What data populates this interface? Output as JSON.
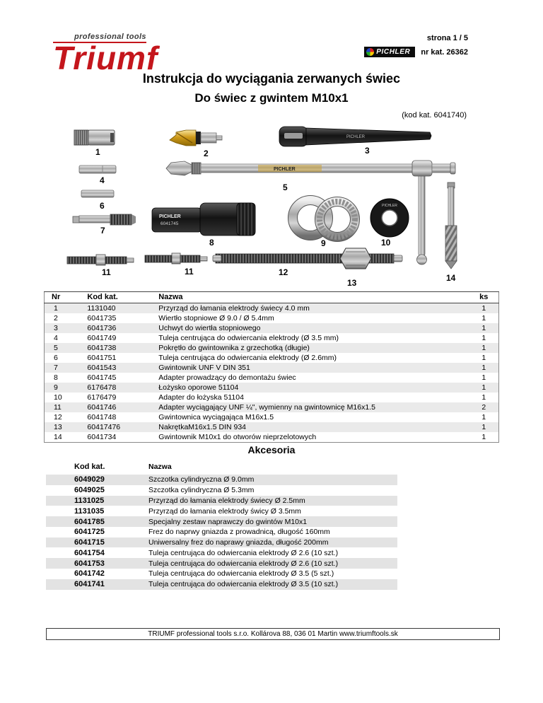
{
  "header": {
    "brand_top": "professional tools",
    "brand_name": "Triumf",
    "page_info": "strona 1 / 5",
    "pichler": "PICHLER",
    "catalog_no": "nr kat. 26362"
  },
  "title": {
    "line1": "Instrukcja do wyciągania zerwanych świec",
    "line2": "Do świec z gwintem M10x1",
    "kit_code": "(kod kat. 6041740)"
  },
  "figure": {
    "labels": [
      "1",
      "2",
      "3",
      "4",
      "5",
      "6",
      "7",
      "8",
      "9",
      "10",
      "11",
      "11",
      "12",
      "13",
      "14"
    ],
    "tool3_brand": "PICHLER",
    "tool5_brand": "PICHLER",
    "tool8_brand": "PICHLER",
    "tool8_code": "6041745",
    "tool10_brand": "PICHLER"
  },
  "parts_table": {
    "headers": {
      "nr": "Nr",
      "code": "Kod kat.",
      "name": "Nazwa",
      "qty": "ks"
    },
    "rows": [
      {
        "nr": "1",
        "code": "1131040",
        "name": "Przyrząd do łamania elektrody świecy 4.0 mm",
        "qty": "1"
      },
      {
        "nr": "2",
        "code": "6041735",
        "name": "Wiertło stopniowe Ø 9.0 / Ø 5.4mm",
        "qty": "1"
      },
      {
        "nr": "3",
        "code": "6041736",
        "name": "Uchwyt do wiertła stopniowego",
        "qty": "1"
      },
      {
        "nr": "4",
        "code": "6041749",
        "name": "Tuleja centrująca do odwiercania elektrody (Ø 3.5 mm)",
        "qty": "1"
      },
      {
        "nr": "5",
        "code": "6041738",
        "name": "Pokrętło do gwintownika z grzechotką (długie)",
        "qty": "1"
      },
      {
        "nr": "6",
        "code": "6041751",
        "name": "Tuleja centrująca do odwiercania elektrody (Ø 2.6mm)",
        "qty": "1"
      },
      {
        "nr": "7",
        "code": "6041543",
        "name": "Gwintownik UNF V DIN 351",
        "qty": "1"
      },
      {
        "nr": "8",
        "code": "6041745",
        "name": "Adapter prowadzący do demontażu świec",
        "qty": "1"
      },
      {
        "nr": "9",
        "code": "6176478",
        "name": "Łożysko oporowe 51104",
        "qty": "1"
      },
      {
        "nr": "10",
        "code": "6176479",
        "name": "Adapter do łożyska 51104",
        "qty": "1"
      },
      {
        "nr": "11",
        "code": "6041746",
        "name": "Adapter wyciągający UNF ¼\", wymienny na gwintownicę M16x1.5",
        "qty": "2"
      },
      {
        "nr": "12",
        "code": "6041748",
        "name": "Gwintownica wyciągająca M16x1.5",
        "qty": "1"
      },
      {
        "nr": "13",
        "code": "60417476",
        "name": "NakrętkaM16x1.5 DIN 934",
        "qty": "1"
      },
      {
        "nr": "14",
        "code": "6041734",
        "name": "Gwintownik M10x1 do otworów nieprzelotowych",
        "qty": "1"
      }
    ]
  },
  "accessories": {
    "title": "Akcesoria",
    "headers": {
      "code": "Kod kat.",
      "name": "Nazwa"
    },
    "rows": [
      {
        "code": "6049029",
        "name": "Szczotka cylindryczna Ø 9.0mm"
      },
      {
        "code": "6049025",
        "name": "Szczotka cylindryczna Ø 5.3mm"
      },
      {
        "code": "1131025",
        "name": "Przyrząd do łamania elektrody świecy Ø 2.5mm"
      },
      {
        "code": "1131035",
        "name": "Przyrząd do łamania elektrody świcy Ø 3.5mm"
      },
      {
        "code": "6041785",
        "name": "Specjalny zestaw naprawczy do gwintów M10x1"
      },
      {
        "code": "6041725",
        "name": "Frez do naprwy gniazda z prowadnicą, długość 160mm"
      },
      {
        "code": "6041715",
        "name": "Uniwersalny frez do naprawy gniazda, długość 200mm"
      },
      {
        "code": "6041754",
        "name": "Tuleja centrująca do odwiercania elektrody Ø 2.6 (10 szt.)"
      },
      {
        "code": "6041753",
        "name": "Tuleja centrująca do odwiercania elektrody Ø 2.6 (10 szt.)"
      },
      {
        "code": "6041742",
        "name": "Tuleja centrująca do odwiercania elektrody Ø 3.5 (5 szt.)"
      },
      {
        "code": "6041741",
        "name": "Tuleja centrująca do odwiercania elektrody Ø 3.5 (10 szt.)"
      }
    ]
  },
  "footer": {
    "text": "TRIUMF professional tools s.r.o. Kollárova 88, 036 01 Martin  www.triumftools.sk"
  }
}
